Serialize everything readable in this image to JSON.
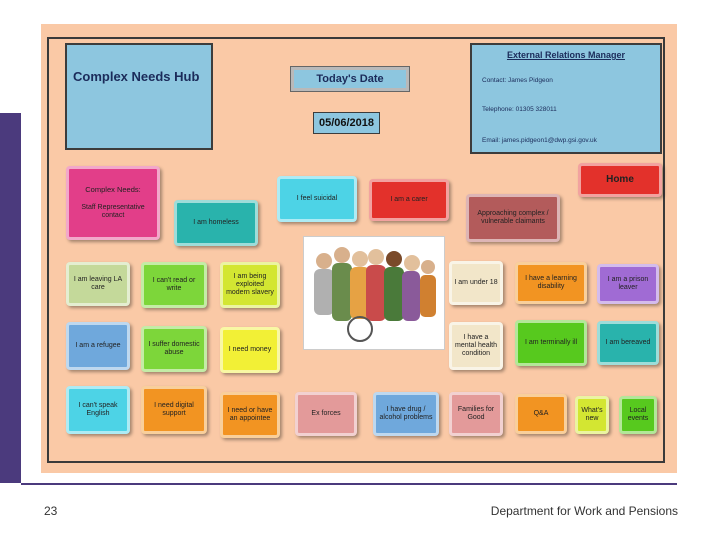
{
  "slide": {
    "page_number": "23",
    "department": "Department for Work and Pensions"
  },
  "hub": {
    "title": "Complex Needs Hub",
    "date_label": "Today's Date",
    "date_value": "05/06/2018"
  },
  "erm": {
    "title": "External Relations Manager",
    "contact": "Contact: James Pidgeon",
    "telephone": "Telephone: 01305 328011",
    "email": "Email: james.pidgeon1@dwp.gsi.gov.uk"
  },
  "tiles": {
    "complex_needs_title": "Complex Needs:",
    "complex_needs_sub": "Staff Representative contact",
    "homeless": "I am homeless",
    "suicidal": "I feel suicidal",
    "carer": "I am a carer",
    "approaching": "Approaching complex / vulnerable claimants",
    "home": "Home",
    "leaving_la_care": "I am leaving LA care",
    "cant_read": "I can't read or write",
    "exploited": "I am being exploited modern slavery",
    "under_18": "I am under 18",
    "learning_disability": "I have a learning disability",
    "prison_leaver": "I am a prison leaver",
    "refugee": "I am a refugee",
    "domestic_abuse": "I suffer domestic abuse",
    "need_money": "I need money",
    "mental_health": "I have a mental health condition",
    "terminally_ill": "I am terminally ill",
    "bereaved": "I am bereaved",
    "cant_speak_english": "I can't speak English",
    "digital_support": "I need digital support",
    "appointee": "I need or have an appointee",
    "ex_forces": "Ex forces",
    "drug_alcohol": "I have drug / alcohol problems",
    "families_first": "Families for Good",
    "qa": "Q&A",
    "whats_new": "What's new",
    "local_events": "Local events"
  }
}
